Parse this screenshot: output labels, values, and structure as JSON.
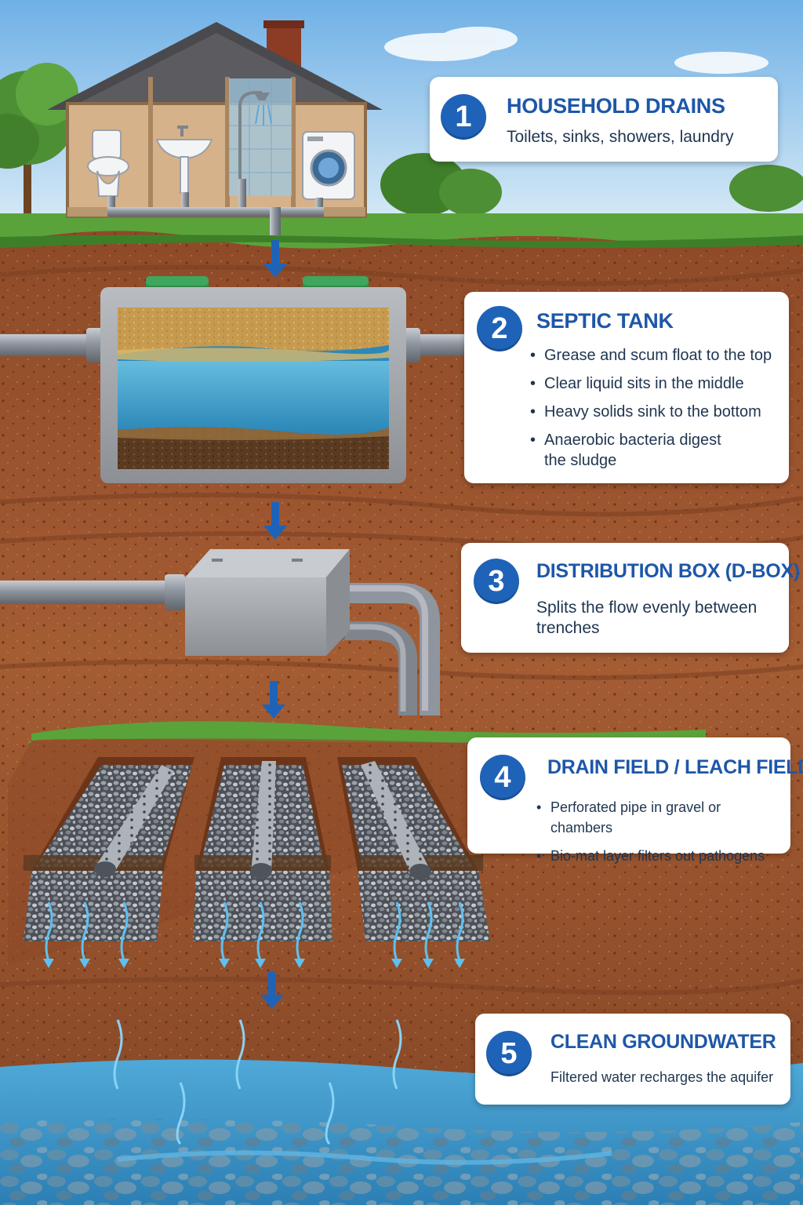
{
  "steps": [
    {
      "number": "1",
      "title": "HOUSEHOLD DRAINS",
      "description": "Toilets, sinks, showers, laundry"
    },
    {
      "number": "2",
      "title": "SEPTIC TANK",
      "bullets": [
        "Grease and scum float to the top",
        "Clear liquid sits in the middle",
        "Heavy solids sink to the bottom",
        "Anaerobic bacteria digest the sludge"
      ]
    },
    {
      "number": "3",
      "title": "DISTRIBUTION BOX (D-BOX)",
      "description": "Splits the flow evenly between trenches"
    },
    {
      "number": "4",
      "title": "DRAIN FIELD / LEACH FIELD",
      "bullets": [
        "Perforated pipe in gravel or chambers",
        "Bio-mat layer filters out pathogens"
      ]
    },
    {
      "number": "5",
      "title": "CLEAN GROUNDWATER",
      "description": "Filtered water recharges the aquifer"
    }
  ],
  "colors": {
    "sky_top": "#7db7e8",
    "sky_bottom": "#d9ecf7",
    "grass": "#5aa33a",
    "soil": "#9b5530",
    "soil_dark": "#7a3f22",
    "water": "#3b95c8",
    "badge": "#1f63b8",
    "title": "#1e57a8",
    "arrow": "#1f63b8"
  },
  "icons": {
    "flow_arrow": "down-arrow-icon",
    "toilet": "toilet-icon",
    "sink": "sink-icon",
    "shower": "shower-icon",
    "washer": "washing-machine-icon"
  }
}
